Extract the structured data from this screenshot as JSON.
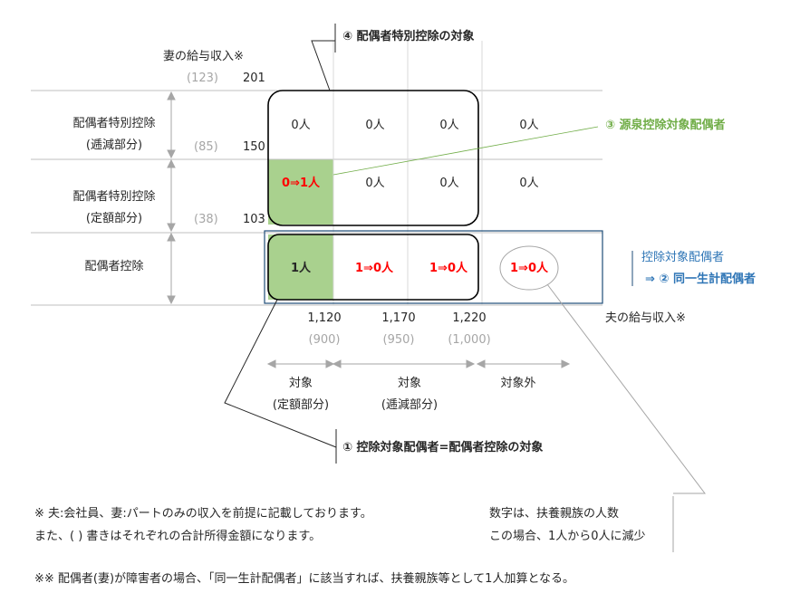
{
  "wife_income_label": "妻の給与収入※",
  "husband_income_label": "夫の給与収入※",
  "wife_thresholds": [
    {
      "paren": "(123)",
      "value": "201"
    },
    {
      "paren": "(85)",
      "value": "150"
    },
    {
      "paren": "(38)",
      "value": "103"
    }
  ],
  "rows": [
    {
      "line1": "配偶者特別控除",
      "line2": "(逓減部分)"
    },
    {
      "line1": "配偶者特別控除",
      "line2": "(定額部分)"
    },
    {
      "line1": "配偶者控除"
    }
  ],
  "cells": {
    "r1": [
      "0人",
      "0人",
      "0人",
      "0人"
    ],
    "r2": [
      "0⇒1人",
      "0人",
      "0人",
      "0人"
    ],
    "r3": [
      "1人",
      "1⇒0人",
      "1⇒0人",
      "1⇒0人"
    ]
  },
  "husband_thresholds": [
    {
      "value": "1,120",
      "paren": "(900)"
    },
    {
      "value": "1,170",
      "paren": "(950)"
    },
    {
      "value": "1,220",
      "paren": "(1,000)"
    }
  ],
  "ranges": [
    {
      "line1": "対象",
      "line2": "(定額部分)"
    },
    {
      "line1": "対象",
      "line2": "(逓減部分)"
    },
    {
      "line1": "対象外"
    }
  ],
  "callouts": {
    "c4": "④ 配偶者特別控除の対象",
    "c3": "③ 源泉控除対象配偶者",
    "c2_line1": "控除対象配偶者",
    "c2_line2": "⇒ ② 同一生計配偶者",
    "c1": "① 控除対象配偶者=配偶者控除の対象"
  },
  "notes": {
    "n1": "※ 夫:会社員、妻:パートのみの収入を前提に記載しております。",
    "n2": "また、( ) 書きはそれぞれの合計所得金額になります。",
    "n3": "数字は、扶養親族の人数",
    "n4": "この場合、1人から0人に減少",
    "n5": "※※ 配偶者(妻)が障害者の場合、「同一生計配偶者」に該当すれば、扶養親族等として1人加算となる。"
  },
  "colors": {
    "green_fill": "#a9d18e",
    "blue_box": "#1f4e79",
    "red_text": "#ff0000",
    "green_text": "#70ad47"
  }
}
